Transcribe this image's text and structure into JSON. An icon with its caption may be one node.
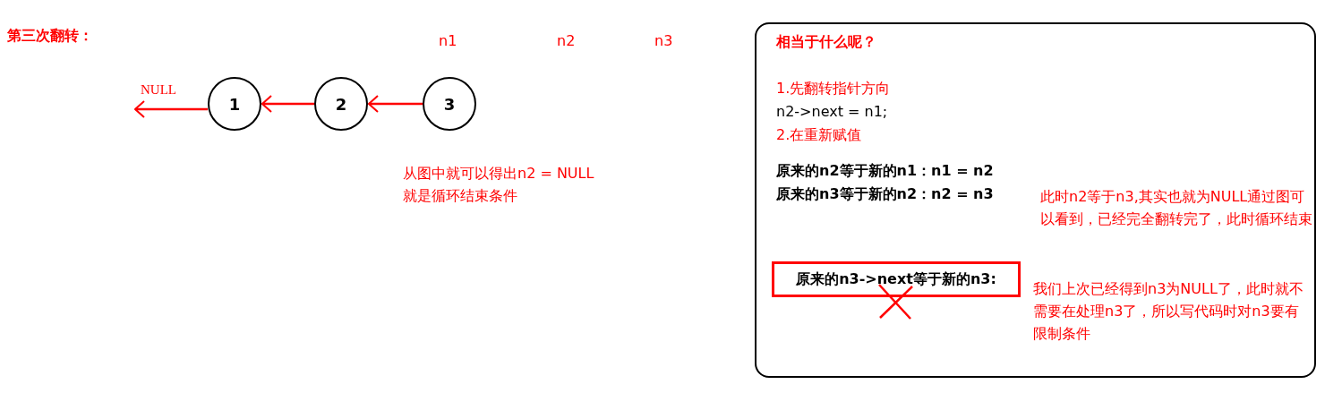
{
  "diagram": {
    "nodes": [
      {
        "text": [
          "NULL"
        ]
      },
      {
        "text": [
          "1"
        ]
      },
      {
        "text": [
          "2"
        ]
      },
      {
        "text": [
          "3"
        ]
      },
      {
        "text": [
          "相当于什么呢？",
          "1.先翻转指针方向",
          "n2->next = n1;",
          "2.在重新赋值",
          "原来的n2等于新的n1：n1 = n2",
          "原来的n3等于新的n2：n2 = n3",
          "此时n2等于n3,其实也就为NULL通过图可以看到，已经完全翻转完了，此时循环结束",
          "我们上次已经得到n3为NULL了，此时就不需要在处理n3了，所以写代码时对n3要有限制条件"
        ]
      },
      {
        "text": [
          "原来的n3->next等于新的n3:"
        ],
        "in": 4
      }
    ],
    "edges": [
      {
        "from": 1,
        "to": 0,
        "arrow": "to"
      },
      {
        "from": 2,
        "to": 1,
        "arrow": "to"
      },
      {
        "from": 3,
        "to": 2,
        "arrow": "to"
      }
    ],
    "labels": [
      "第三次翻转：",
      "n1",
      "n2",
      "n3",
      "从图中就可以得出n2 = NULL",
      "就是循环结束条件"
    ]
  }
}
